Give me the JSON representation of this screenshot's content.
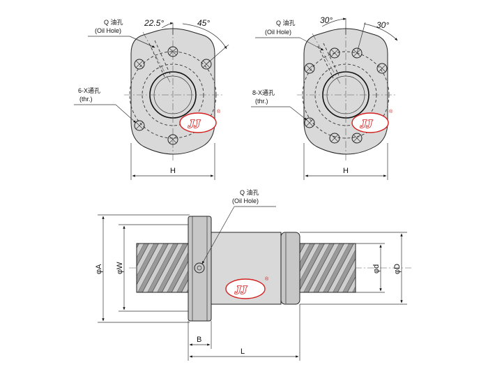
{
  "left_view": {
    "angle_left": "22.5°",
    "angle_right": "45°",
    "oil_hole_label": "Q 油孔",
    "oil_hole_sub": "(Oil Hole)",
    "bolt_label": "6-X通孔",
    "bolt_sub": "(thr.)",
    "width_label": "H",
    "brand": "JJ",
    "reg": "®"
  },
  "right_view": {
    "angle_left": "30°",
    "angle_right": "30°",
    "oil_hole_label": "Q 油孔",
    "oil_hole_sub": "(Oil Hole)",
    "bolt_label": "8-X通孔",
    "bolt_sub": "(thr.)",
    "width_label": "H",
    "brand": "JJ",
    "reg": "®"
  },
  "side_view": {
    "oil_hole_label": "Q 油孔",
    "oil_hole_sub": "(Oil Hole)",
    "dim_A": "φA",
    "dim_W": "φW",
    "dim_d": "φd",
    "dim_D": "φD",
    "dim_B": "B",
    "dim_L": "L",
    "brand": "JJ",
    "reg": "®"
  },
  "colors": {
    "brand_red": "#d32020",
    "body_shade": "#d9d9d9",
    "line": "#222222"
  }
}
